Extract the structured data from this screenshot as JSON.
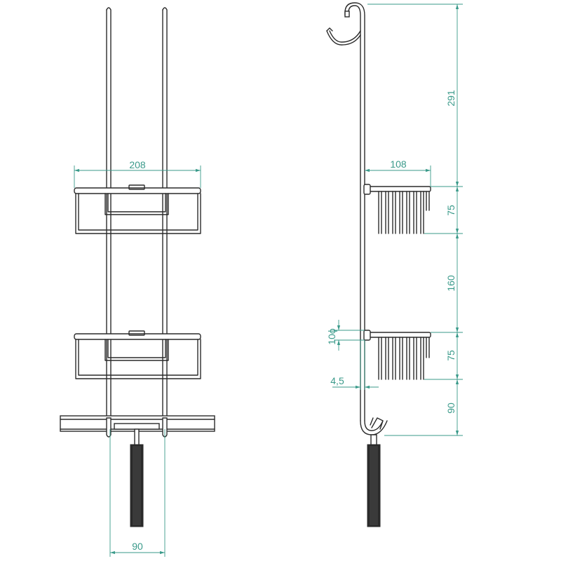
{
  "colors": {
    "dimension": "#3a9a8a",
    "outline": "#2a2a2a"
  },
  "front_view": {
    "dimensions": {
      "width_label": "208",
      "bottom_label": "90"
    }
  },
  "side_view": {
    "dimensions": {
      "top_label": "291",
      "depth_label": "108",
      "basket1_label": "75",
      "gap_label": "160",
      "basket2_label": "75",
      "bottom_label": "90",
      "diameter_label": "10",
      "diameter_symbol": "ϕ",
      "offset_label": "4,5"
    }
  }
}
